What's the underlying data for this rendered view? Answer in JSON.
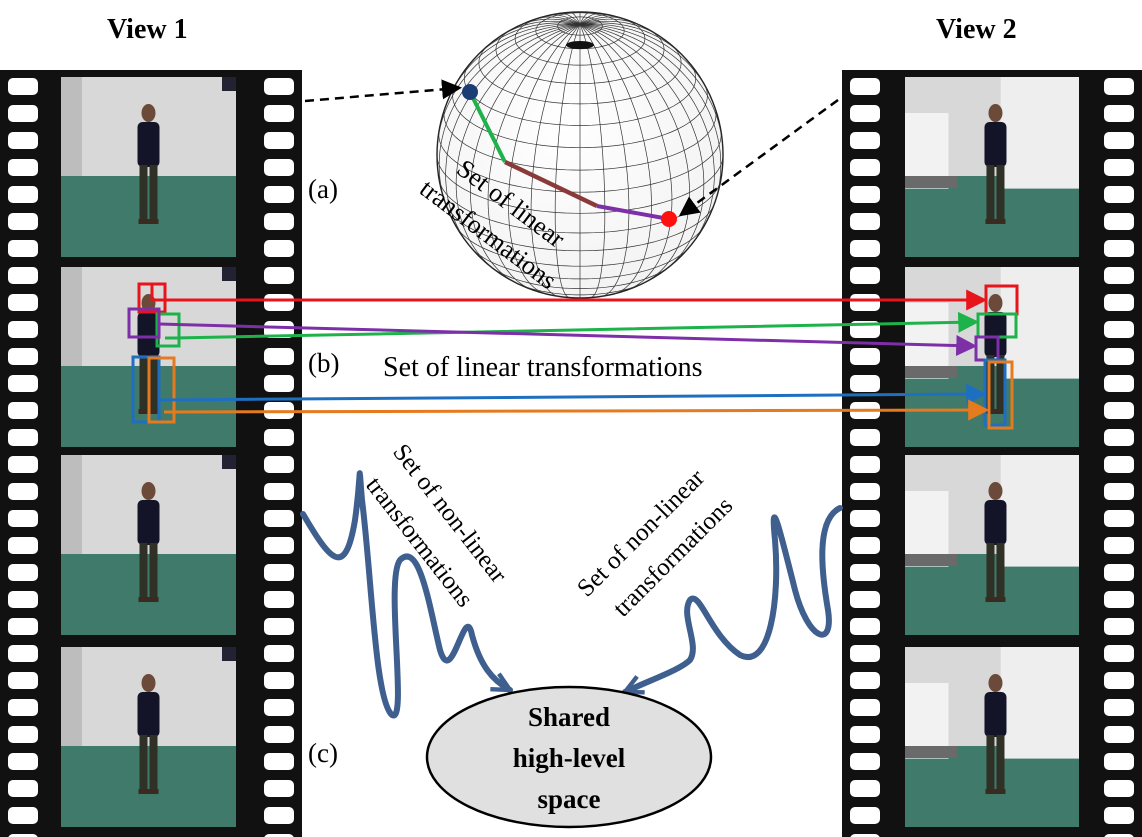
{
  "title": "",
  "views": {
    "left": "View 1",
    "right": "View 2"
  },
  "panel_labels": {
    "a": "(a)",
    "b": "(b)",
    "c": "(c)"
  },
  "sphere_label": [
    "Set of linear",
    "transformations"
  ],
  "middle_label": "Set of linear transformations",
  "nonlinear_left": [
    "Set of non-linear",
    "transformations"
  ],
  "nonlinear_right": [
    "Set of non-linear",
    "transformations"
  ],
  "shared_space": [
    "Shared",
    "high-level",
    "space"
  ],
  "colors": {
    "red": "#e8141c",
    "green": "#1db24a",
    "purple": "#7d2fa8",
    "blue": "#1f6fc0",
    "orange": "#e67a1e",
    "squiggle": "#3f5f8f",
    "sphere_path_brown": "#8b3a3a",
    "sphere_dot_blue": "#1c3d74",
    "sphere_dot_red": "#ff1010",
    "ellipse_fill": "#e0e0e0"
  },
  "frames": {
    "left": [
      "frame-1",
      "frame-2",
      "frame-3",
      "frame-4"
    ],
    "right": [
      "frame-1",
      "frame-2",
      "frame-3",
      "frame-4"
    ]
  }
}
